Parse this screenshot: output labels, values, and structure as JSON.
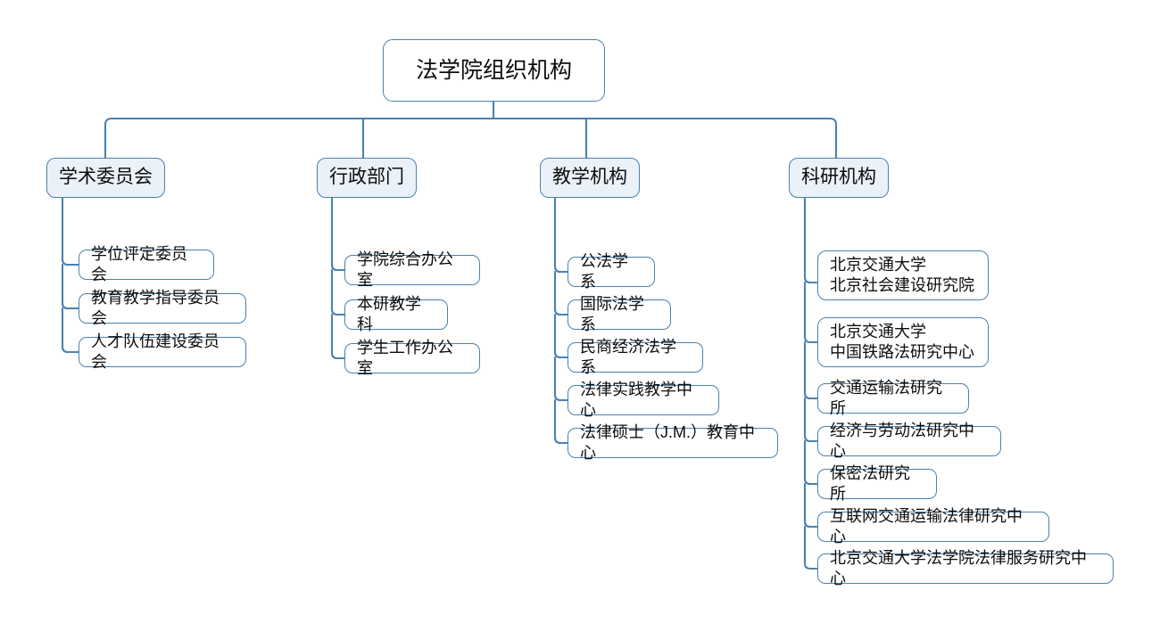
{
  "diagram": {
    "title": "法学院组织机构",
    "type": "org-chart",
    "colors": {
      "border": "#4a82b0",
      "level2_fill": "#eaf1f8",
      "leaf_fill": "#ffffff",
      "text": "#0d0d0d",
      "connector": "#4a82b0"
    },
    "root": {
      "label": "法学院组织机构"
    },
    "branches": [
      {
        "label": "学术委员会",
        "children": [
          {
            "label": "学位评定委员会"
          },
          {
            "label": "教育教学指导委员会"
          },
          {
            "label": "人才队伍建设委员会"
          }
        ]
      },
      {
        "label": "行政部门",
        "children": [
          {
            "label": "学院综合办公室"
          },
          {
            "label": "本研教学科"
          },
          {
            "label": "学生工作办公室"
          }
        ]
      },
      {
        "label": "教学机构",
        "children": [
          {
            "label": "公法学系"
          },
          {
            "label": "国际法学系"
          },
          {
            "label": "民商经济法学系"
          },
          {
            "label": "法律实践教学中心"
          },
          {
            "label": "法律硕士（J.M.）教育中心"
          }
        ]
      },
      {
        "label": "科研机构",
        "children": [
          {
            "label": "北京交通大学\n北京社会建设研究院"
          },
          {
            "label": "北京交通大学\n中国铁路法研究中心"
          },
          {
            "label": "交通运输法研究所"
          },
          {
            "label": "经济与劳动法研究中心"
          },
          {
            "label": "保密法研究所"
          },
          {
            "label": "互联网交通运输法律研究中心"
          },
          {
            "label": "北京交通大学法学院法律服务研究中心"
          }
        ]
      }
    ]
  }
}
